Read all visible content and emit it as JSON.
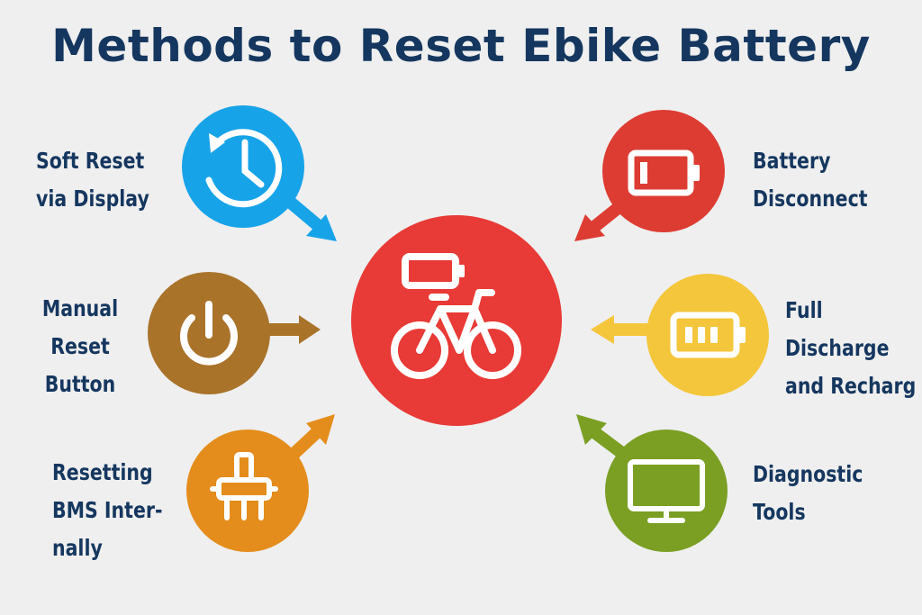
{
  "title": "Methods to Reset Ebike Battery",
  "colors": {
    "title": "#15375f",
    "center": "#e83a36",
    "soft_reset": "#17a3e8",
    "manual_reset": "#a9732a",
    "bms": "#e48d1c",
    "battery_disconnect": "#dd3c33",
    "full_discharge": "#f4c63b",
    "diagnostic": "#7a9f23"
  },
  "methods": {
    "soft_reset": {
      "line1": "Soft Reset",
      "line2": "via Display",
      "icon": "clock-icon"
    },
    "manual_reset": {
      "line1": "Manual",
      "line2": "Reset",
      "line3": "Button",
      "icon": "power-icon"
    },
    "bms": {
      "line1": "Resetting",
      "line2": "BMS Inter-",
      "line3": "nally",
      "icon": "brush-icon"
    },
    "battery_disconnect": {
      "line1": "Battery",
      "line2": "Disconnect",
      "icon": "battery-empty-icon"
    },
    "full_discharge": {
      "line1": "Full",
      "line2": "Discharge",
      "line3": "and Recharg",
      "icon": "battery-full-icon"
    },
    "diagnostic": {
      "line1": "Diagnostic",
      "line2": "Tools",
      "icon": "monitor-icon"
    }
  },
  "center_icon": "ebike-battery-icon"
}
